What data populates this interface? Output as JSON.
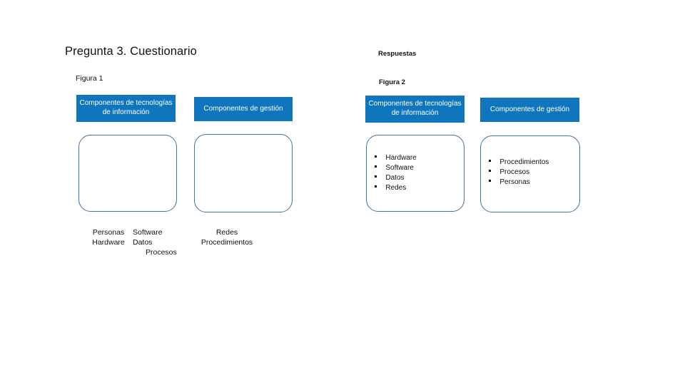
{
  "slide": {
    "title": "Pregunta 3. Cuestionario",
    "answers_heading": "Respuestas"
  },
  "figure1": {
    "label": "Figura 1",
    "headers": [
      {
        "id": "tech",
        "text": "Componentes de tecnologías de información"
      },
      {
        "id": "gest",
        "text": "Componentes de gestión"
      }
    ],
    "captions": [
      {
        "lines": [
          "Personas",
          "Hardware"
        ]
      },
      {
        "lines": [
          "Software",
          "Datos",
          "Procesos"
        ]
      },
      {
        "lines": [
          "Redes",
          "Procedimientos"
        ]
      }
    ]
  },
  "figure2": {
    "label": "Figura 2",
    "headers": [
      {
        "id": "tech",
        "text": "Componentes de tecnologías de información"
      },
      {
        "id": "gest",
        "text": "Componentes de gestión"
      }
    ],
    "lists": [
      {
        "id": "tech-items",
        "items": [
          "Hardware",
          "Software",
          "Datos",
          "Redes"
        ]
      },
      {
        "id": "gest-items",
        "items": [
          "Procedimientos",
          "Procesos",
          "Personas"
        ]
      }
    ]
  },
  "colors": {
    "header_fill": "#0F75BC",
    "header_text": "#FFFFFF",
    "outline": "#41719C",
    "background": "#FFFFFF",
    "body_text": "#111111"
  }
}
